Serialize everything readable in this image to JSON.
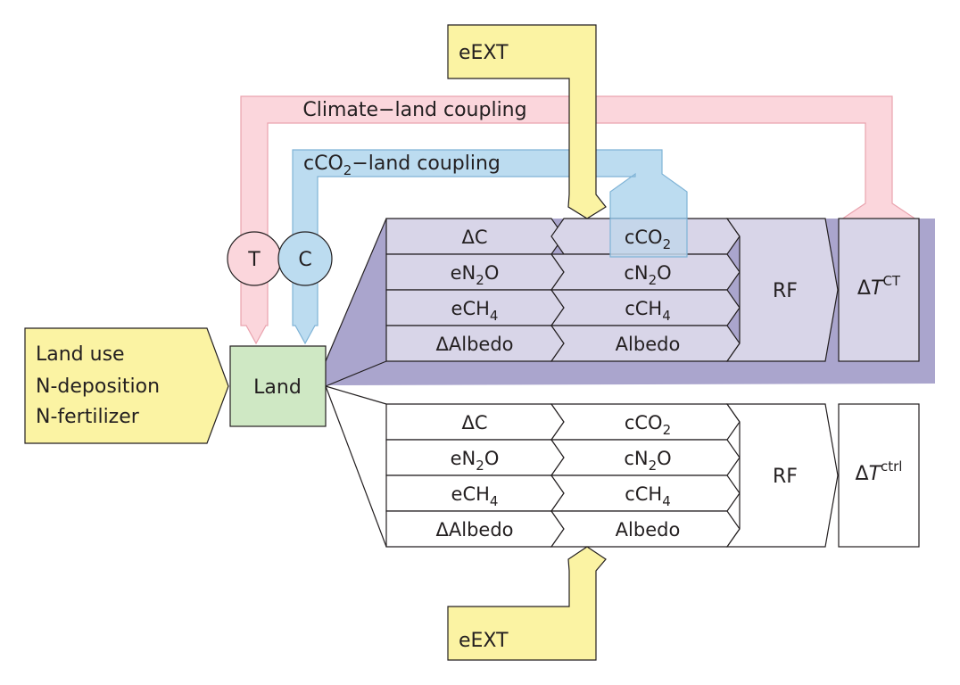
{
  "inputs": {
    "line1": "Land use",
    "line2": "N-deposition",
    "line3": "N-fertilizer"
  },
  "land": "Land",
  "couplings": {
    "climate_label": "Climate−land coupling",
    "co2_label_prefix": "cCO",
    "co2_label_sub": "2",
    "co2_label_suffix": "−land coupling",
    "t_node": "T",
    "c_node": "C"
  },
  "external": {
    "top": "eEXT",
    "bottom": "eEXT"
  },
  "coupled": {
    "emissions": [
      {
        "pre": "ΔC",
        "sub": "",
        "post": ""
      },
      {
        "pre": "eN",
        "sub": "2",
        "post": "O"
      },
      {
        "pre": "eCH",
        "sub": "4",
        "post": ""
      },
      {
        "pre": "ΔAlbedo",
        "sub": "",
        "post": ""
      }
    ],
    "concentrations": [
      {
        "pre": "cCO",
        "sub": "2",
        "post": ""
      },
      {
        "pre": "cN",
        "sub": "2",
        "post": "O"
      },
      {
        "pre": "cCH",
        "sub": "4",
        "post": ""
      },
      {
        "pre": "Albedo",
        "sub": "",
        "post": ""
      }
    ],
    "rf": "RF",
    "dt_delta": "Δ",
    "dt_T": "T",
    "dt_sup": "CT"
  },
  "control": {
    "emissions": [
      {
        "pre": "ΔC",
        "sub": "",
        "post": ""
      },
      {
        "pre": "eN",
        "sub": "2",
        "post": "O"
      },
      {
        "pre": "eCH",
        "sub": "4",
        "post": ""
      },
      {
        "pre": "ΔAlbedo",
        "sub": "",
        "post": ""
      }
    ],
    "concentrations": [
      {
        "pre": "cCO",
        "sub": "2",
        "post": ""
      },
      {
        "pre": "cN",
        "sub": "2",
        "post": "O"
      },
      {
        "pre": "cCH",
        "sub": "4",
        "post": ""
      },
      {
        "pre": "Albedo",
        "sub": "",
        "post": ""
      }
    ],
    "rf": "RF",
    "dt_delta": "Δ",
    "dt_T": "T",
    "dt_sup": "ctrl"
  },
  "colors": {
    "climate_coupling": "#fbd6dc",
    "co2_coupling": "#bcdcf0",
    "external": "#fbf3a3",
    "land": "#cfe8c4",
    "inputs": "#fbf3a3",
    "coupled_band": "#aaa5cd",
    "coupled_cells": "#d8d5e8",
    "control_cells": "#ffffff",
    "outline": "#231f20"
  }
}
